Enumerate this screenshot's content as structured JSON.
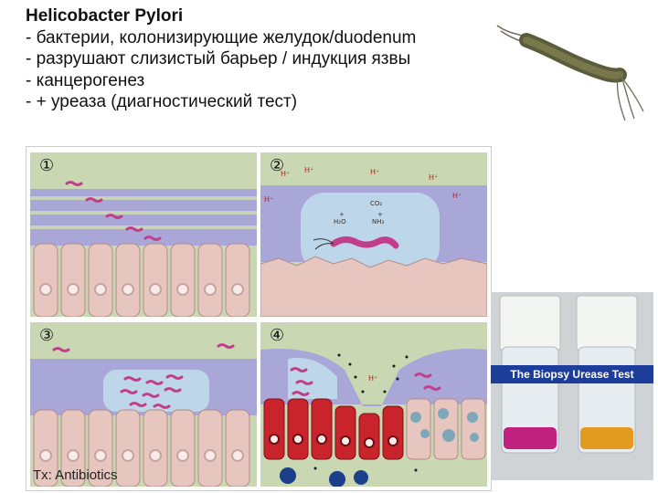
{
  "title": "Helicobacter Pylori",
  "bullets": [
    "- бактерии, колонизирующие желудок/duodenum",
    "- разрушают слизистый барьер / индукция язвы",
    "- канцерогенез",
    "- + уреаза (диагностический тест)"
  ],
  "panels": [
    "①",
    "②",
    "③",
    "④"
  ],
  "panel2_labels": {
    "h_plus": "H⁺",
    "co2": "CO₂",
    "h2o": "H₂O",
    "nh3": "NH₃",
    "plus": "+"
  },
  "panel4_label": "H⁺",
  "tx_prefix": "Tx:",
  "tx_text": " Antibiotics",
  "urease_label": "The Biopsy Urease Test",
  "colors": {
    "cell_fill": "#e8c6c0",
    "cell_nucleus": "#c9a39f",
    "mucus": "#a9a7d8",
    "lumen": "#c9d8b3",
    "bubble": "#bed6ea",
    "bacterium": "#c23e8c",
    "inflamed": "#c9232b",
    "urease_pink": "#c0217f",
    "urease_orange": "#e29a1f",
    "urease_banner": "#1d3d9a"
  }
}
